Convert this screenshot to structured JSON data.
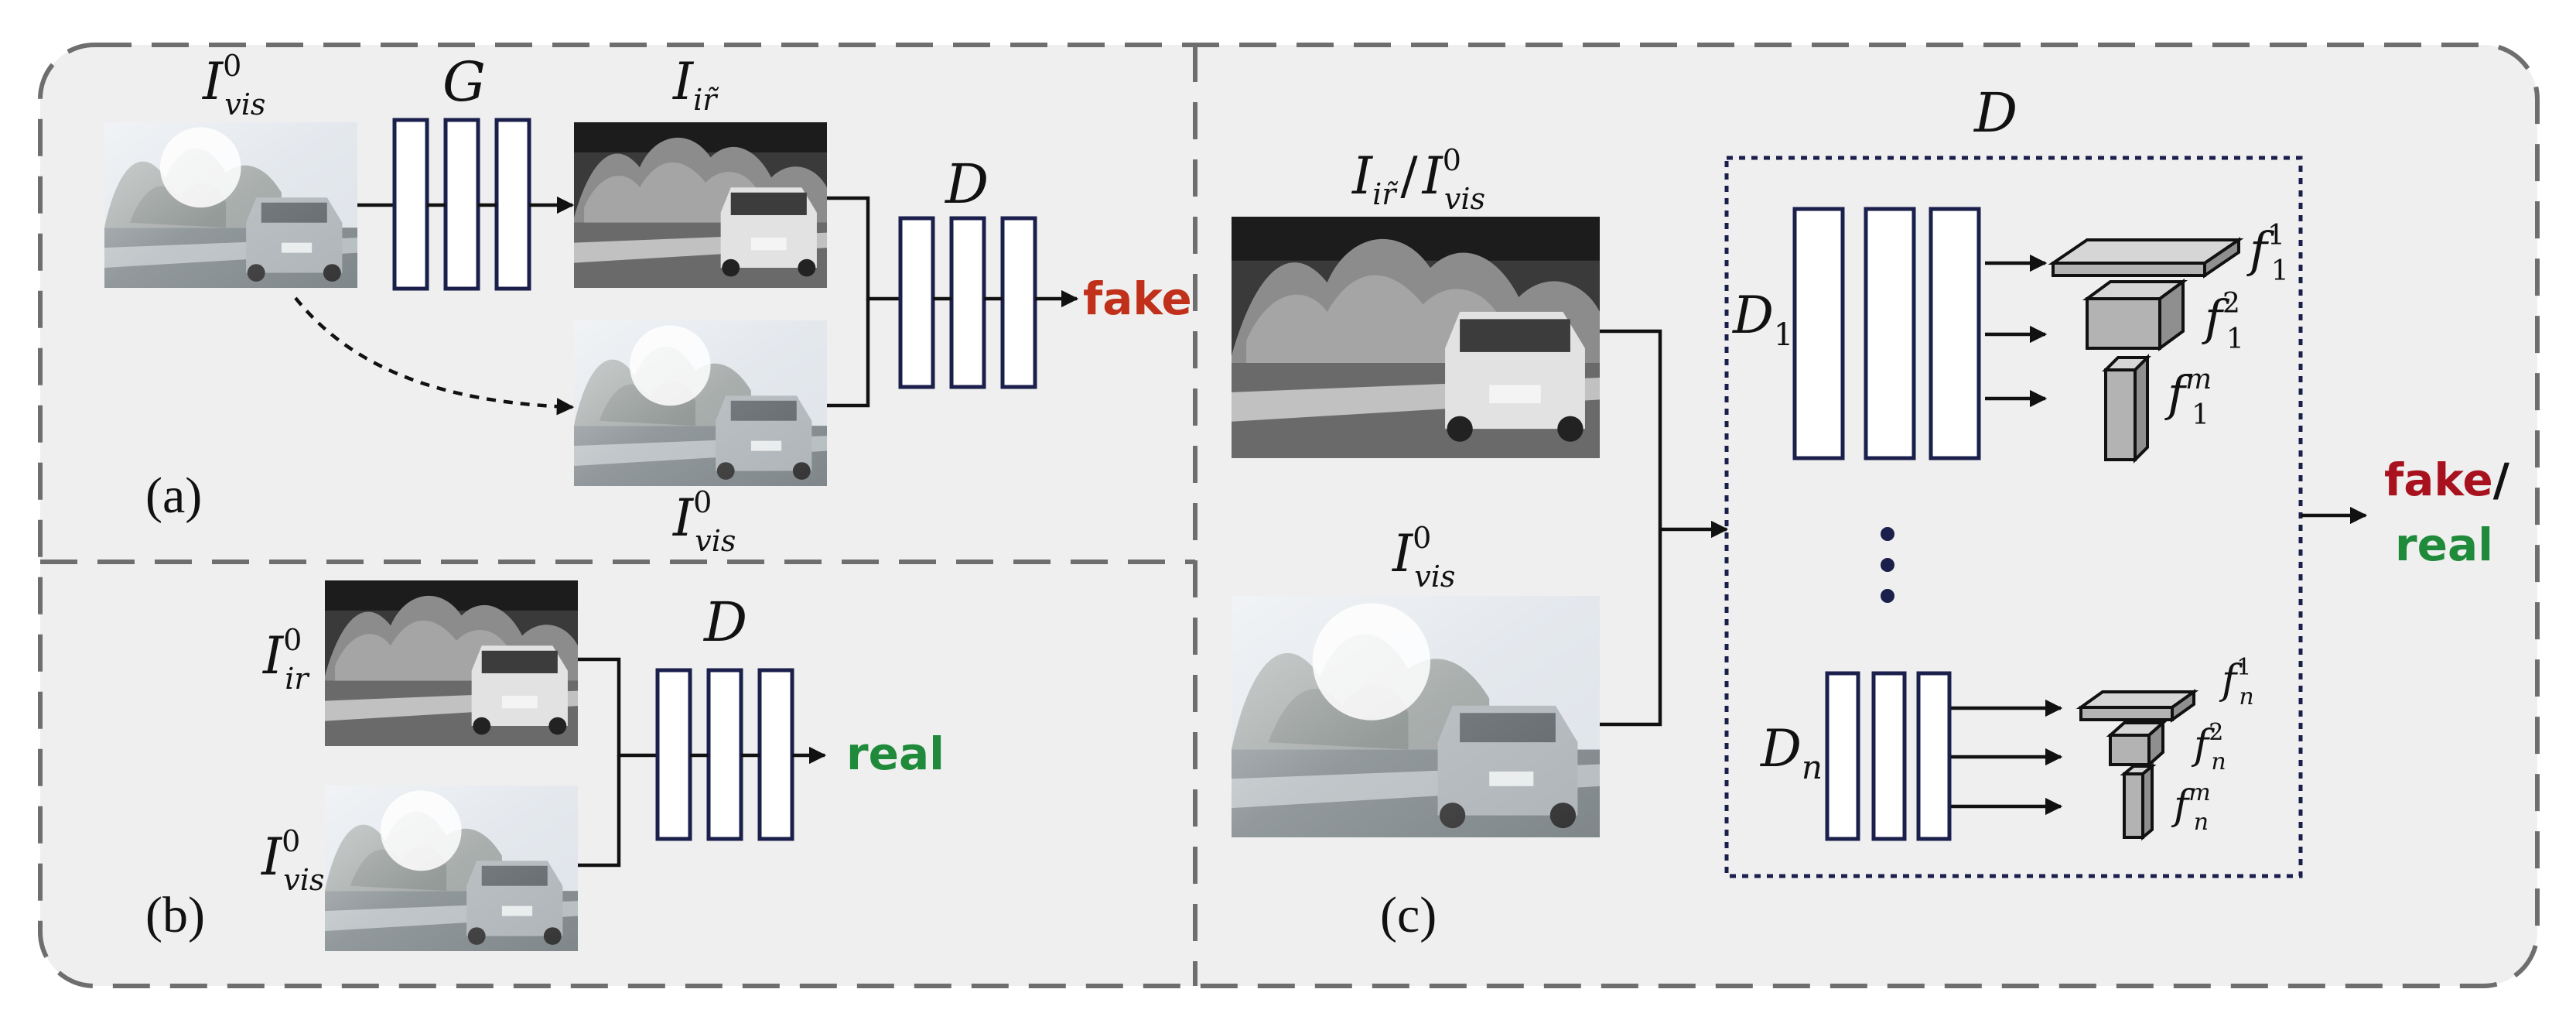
{
  "colors": {
    "panel_fill": "#efefef",
    "border": "#6e6e6e",
    "layer_stroke": "#1b1f4b",
    "fake": "#c0301a",
    "fake_dark": "#a8121e",
    "real": "#1e8a3a",
    "feature_fill": "#b3b3b3"
  },
  "panel_a": {
    "label": "(a)",
    "input_label": {
      "base": "I",
      "sup": "0",
      "sub": "vis"
    },
    "generator_label": "G",
    "generated_label": {
      "base": "I",
      "sub": "ir̃"
    },
    "discriminator_label": "D",
    "pair_label": {
      "base": "I",
      "sup": "0",
      "sub": "vis"
    },
    "output": "fake"
  },
  "panel_b": {
    "label": "(b)",
    "ir_label": {
      "base": "I",
      "sup": "0",
      "sub": "ir"
    },
    "vis_label": {
      "base": "I",
      "sup": "0",
      "sub": "vis"
    },
    "discriminator_label": "D",
    "output": "real"
  },
  "panel_c": {
    "label": "(c)",
    "top_label": {
      "base1": "I",
      "sub1": "ir̃",
      "slash": "/",
      "base2": "I",
      "sup2": "0",
      "sub2": "vis"
    },
    "bottom_label": {
      "base": "I",
      "sup": "0",
      "sub": "vis"
    },
    "discriminator_label": "D",
    "d1_label": {
      "base": "D",
      "sub": "1"
    },
    "dn_label": {
      "base": "D",
      "sub": "n"
    },
    "features_top": [
      {
        "base": "f",
        "sup": "1",
        "sub": "1"
      },
      {
        "base": "f",
        "sup": "2",
        "sub": "1"
      },
      {
        "base": "f",
        "sup": "m",
        "sub": "1"
      }
    ],
    "features_bottom": [
      {
        "base": "f",
        "sup": "1",
        "sub": "n"
      },
      {
        "base": "f",
        "sup": "2",
        "sub": "n"
      },
      {
        "base": "f",
        "sup": "m",
        "sub": "n"
      }
    ],
    "output_fake": "fake",
    "output_slash": "/",
    "output_real": "real"
  }
}
